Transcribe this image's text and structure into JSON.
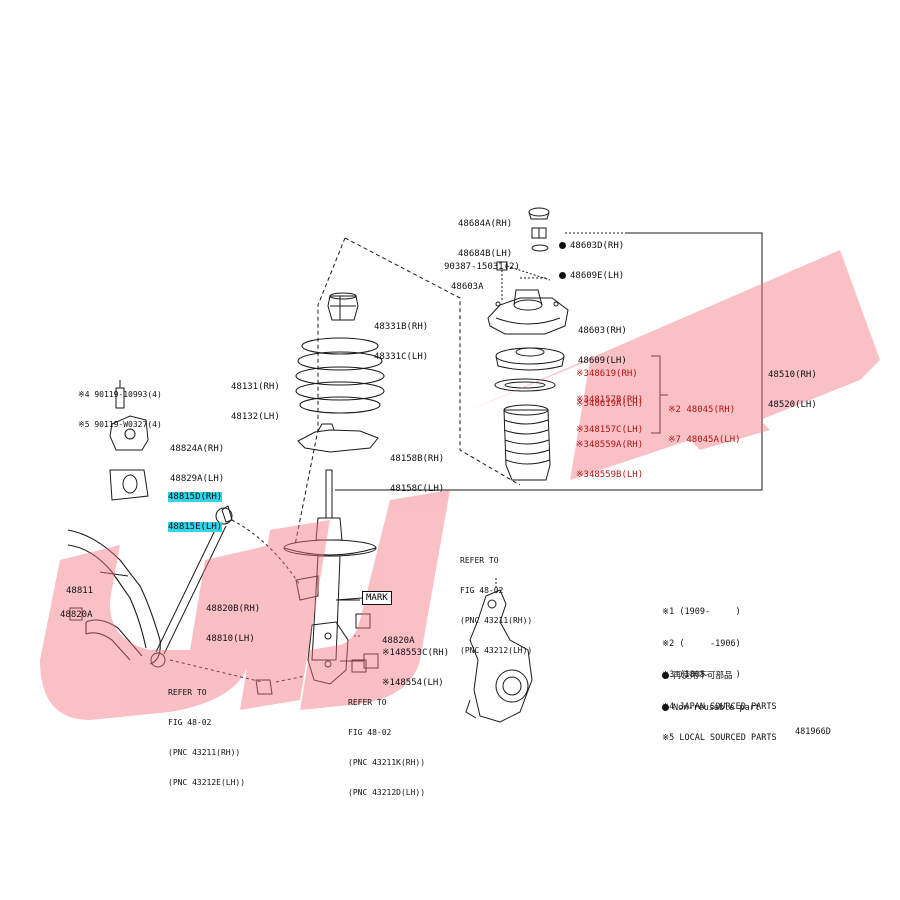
{
  "parts": {
    "p48684": [
      "48684A(RH)",
      "48684B(LH)"
    ],
    "p48603nut": [
      "48603D(RH)",
      "48609E(LH)"
    ],
    "p90387": [
      "90387-15031(2)"
    ],
    "p48603a": [
      "48603A"
    ],
    "p48603": [
      "48603(RH)",
      "48609(LH)"
    ],
    "p48331": [
      "48331B(RH)",
      "48331C(LH)"
    ],
    "p48131": [
      "48131(RH)",
      "48132(LH)"
    ],
    "p48158": [
      "48158B(RH)",
      "48158C(LH)"
    ],
    "p48619": [
      "※348619(RH)",
      "※348619A(LH)"
    ],
    "p48157": [
      "※348157B(RH)",
      "※348157C(LH)"
    ],
    "p48045": [
      "※2 48045(RH)",
      "※7 48045A(LH)"
    ],
    "p48559": [
      "※348559A(RH)",
      "※348559B(LH)"
    ],
    "p48510": [
      "48510(RH)",
      "48520(LH)"
    ],
    "p90119": [
      "※4 90119-10993(4)",
      "※5 90119-W0327(4)"
    ],
    "p48824": [
      "48824A(RH)",
      "48829A(LH)"
    ],
    "p48815": [
      "48815D(RH)",
      "48815E(LH)"
    ],
    "p48811": [
      "48811"
    ],
    "p48820a_left": [
      "48820A"
    ],
    "p48820b": [
      "48820B(RH)",
      "48810(LH)"
    ],
    "p48820a_right": [
      "48820A"
    ],
    "p48553": [
      "※148553C(RH)",
      "※148554(LH)"
    ],
    "mark": "MARK",
    "ref_top": [
      "REFER TO",
      "FIG 48-02",
      "(PNC 43211(RH))",
      "(PNC 43212(LH))"
    ],
    "ref_left": [
      "REFER TO",
      "FIG 48-02",
      "(PNC 43211(RH))",
      "(PNC 43212E(LH))"
    ],
    "ref_bottom": [
      "REFER TO",
      "FIG 48-02",
      "(PNC 43211K(RH))",
      "(PNC 43212D(LH))"
    ]
  },
  "legend": {
    "notes": [
      "※1 (1909-     )",
      "※2 (     -1906)",
      "※3 (1805-     )",
      "※4 JAPAN SOURCED PARTS",
      "※5 LOCAL SOURCED PARTS"
    ],
    "marks": [
      "再使用不可部品",
      "Non-reusable part"
    ]
  },
  "figure_id": "481966D",
  "watermark": {
    "text": "UDJG",
    "color": "#f2737e"
  }
}
